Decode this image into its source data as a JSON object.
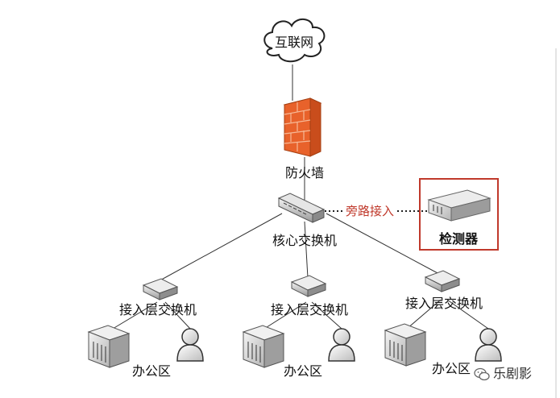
{
  "labels": {
    "internet": "互联网",
    "firewall": "防火墙",
    "core_switch": "核心交换机",
    "bypass": "旁路接入",
    "detector": "检测器",
    "access_switch_1": "接入层交换机",
    "access_switch_2": "接入层交换机",
    "access_switch_3": "接入层交换机",
    "office_1": "办公区",
    "office_2": "办公区",
    "office_3": "办公区",
    "watermark": "乐剧影"
  },
  "colors": {
    "firewall_brick": "#e8622b",
    "highlight_box": "#c0392b",
    "bypass_text": "#c0392b",
    "device_gray": "#a9a9a9",
    "line": "#333333"
  },
  "icons": {
    "internet": "cloud-icon",
    "firewall": "brick-wall-icon",
    "switch": "switch-icon",
    "server": "server-icon",
    "user": "user-icon",
    "detector": "rack-device-icon",
    "watermark": "wechat-icon"
  }
}
